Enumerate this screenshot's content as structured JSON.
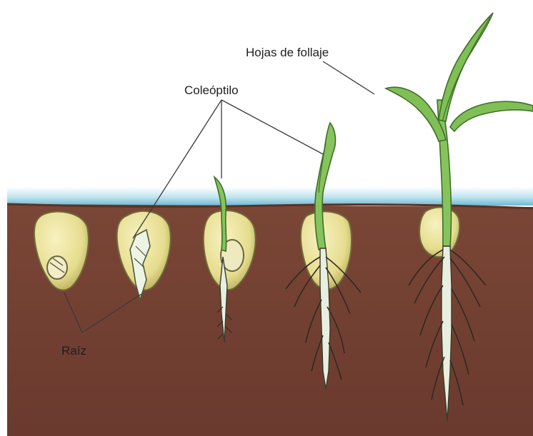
{
  "labels": {
    "foliage": "Hojas de follaje",
    "coleoptile": "Coleóptilo",
    "root": "Raíz"
  },
  "colors": {
    "sky": "#ffffff",
    "water_line": "#7cc4dc",
    "soil": "#7b4a3a",
    "soil_dark": "#5e362a",
    "seed": "#ede7a0",
    "seed_shade": "#c9bf6a",
    "shoot": "#7fbf55",
    "shoot_dark": "#3f6e2a",
    "root": "#e8efe0"
  },
  "stages": [
    {
      "name": "seed-1"
    },
    {
      "name": "seed-2"
    },
    {
      "name": "seed-3"
    },
    {
      "name": "seed-4"
    },
    {
      "name": "seed-5"
    }
  ]
}
